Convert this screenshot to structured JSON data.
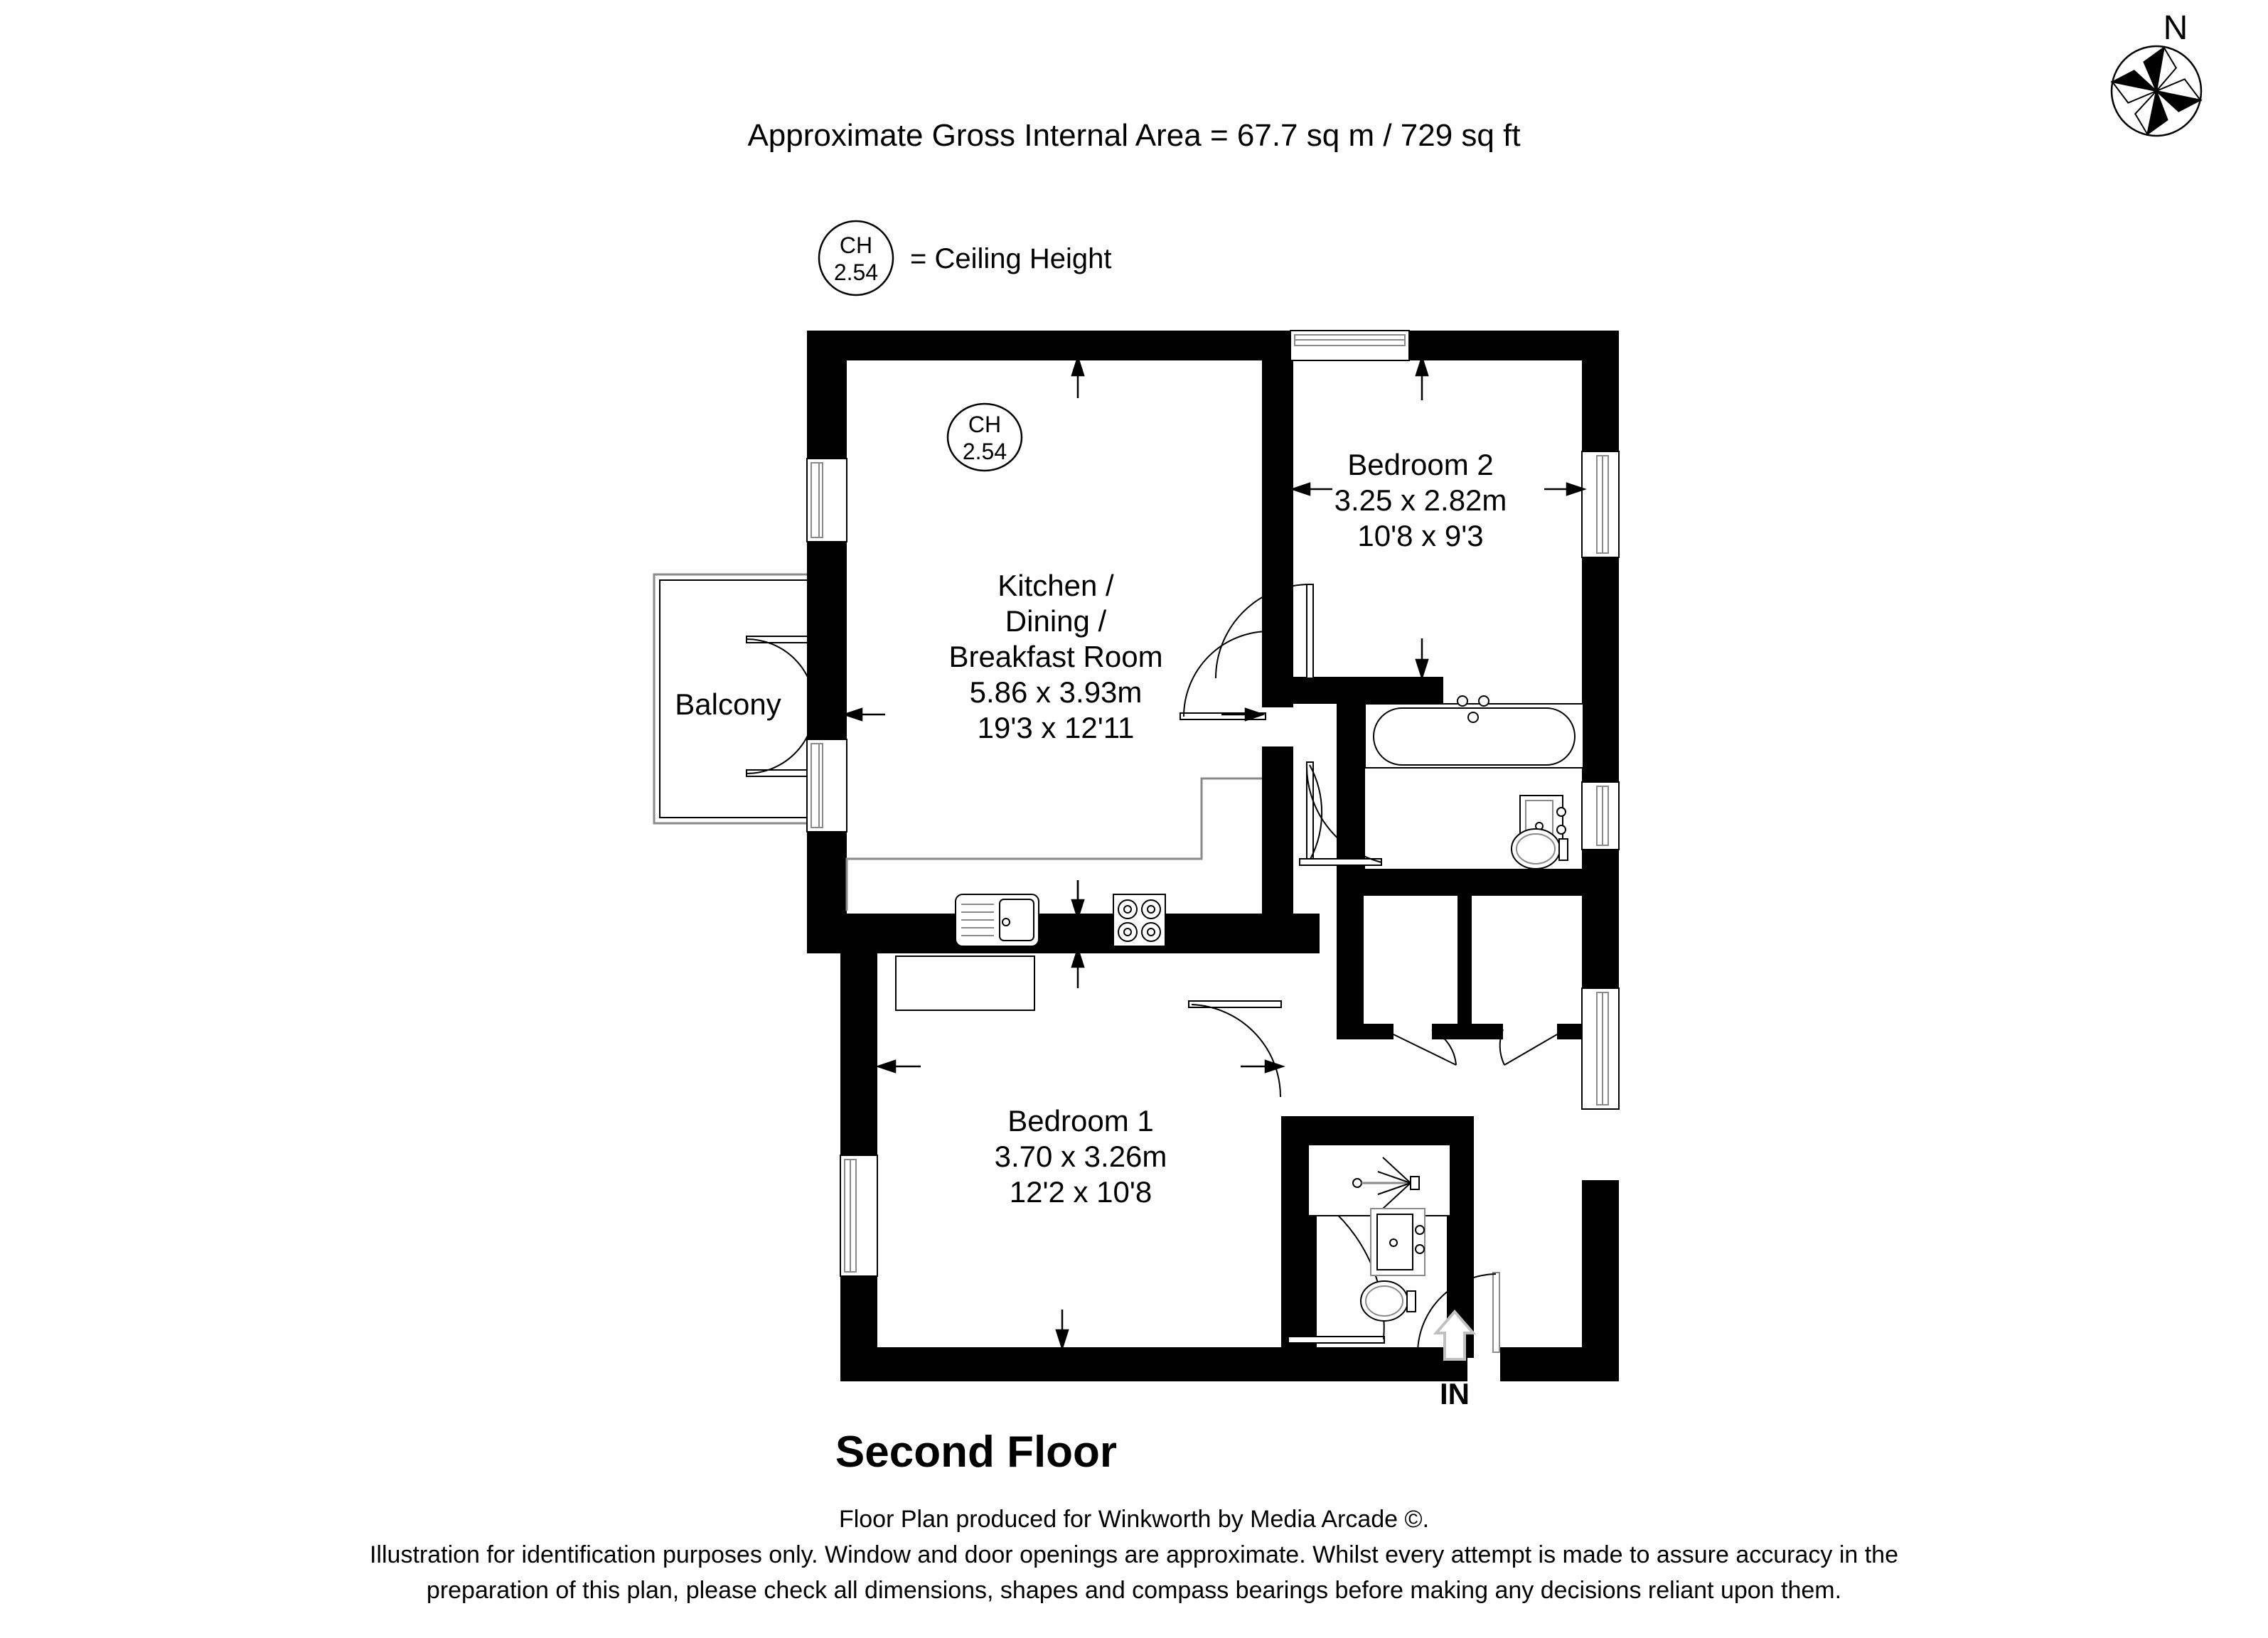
{
  "header": {
    "area_text": "Approximate Gross Internal Area = 67.7 sq m / 729 sq ft"
  },
  "compass": {
    "north_label": "N"
  },
  "legend": {
    "ch_line1": "CH",
    "ch_line2": "2.54",
    "description": "= Ceiling Height"
  },
  "floor_title": "Second Floor",
  "rooms": [
    {
      "id": "kitchen-dining-breakfast",
      "name_lines": [
        "Kitchen /",
        "Dining /",
        "Breakfast Room"
      ],
      "dim_metric": "5.86 x 3.93m",
      "dim_imperial": "19'3 x 12'11"
    },
    {
      "id": "bedroom-2",
      "name_lines": [
        "Bedroom 2"
      ],
      "dim_metric": "3.25 x 2.82m",
      "dim_imperial": "10'8 x 9'3"
    },
    {
      "id": "bedroom-1",
      "name_lines": [
        "Bedroom 1"
      ],
      "dim_metric": "3.70 x 3.26m",
      "dim_imperial": "12'2 x 10'8"
    },
    {
      "id": "balcony",
      "name_lines": [
        "Balcony"
      ],
      "dim_metric": "",
      "dim_imperial": ""
    }
  ],
  "room_labels": {
    "kitchen_l1": "Kitchen /",
    "kitchen_l2": "Dining /",
    "kitchen_l3": "Breakfast Room",
    "kitchen_l4": "5.86 x 3.93m",
    "kitchen_l5": "19'3 x 12'11",
    "bedroom2_l1": "Bedroom 2",
    "bedroom2_l2": "3.25 x 2.82m",
    "bedroom2_l3": "10'8 x 9'3",
    "bedroom1_l1": "Bedroom 1",
    "bedroom1_l2": "3.70 x 3.26m",
    "bedroom1_l3": "12'2 x 10'8",
    "balcony_l1": "Balcony"
  },
  "plan_annotations": {
    "ceiling_height_tag_l1": "CH",
    "ceiling_height_tag_l2": "2.54",
    "entrance_label": "IN"
  },
  "footer": {
    "line1": "Floor Plan produced for Winkworth by Media Arcade ©.",
    "line2": "Illustration for identification purposes only. Window and door openings are approximate. Whilst every attempt is made to assure accuracy in the",
    "line3": "preparation of this plan, please check all dimensions, shapes and compass bearings before making any decisions reliant upon them."
  },
  "colors": {
    "wall": "#000000",
    "background": "#ffffff",
    "fixture_stroke": "#555555",
    "arrow_in": "#c8c8c8"
  }
}
